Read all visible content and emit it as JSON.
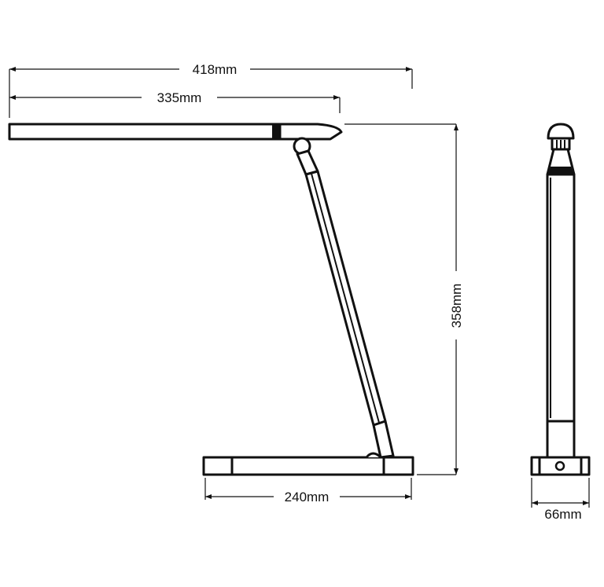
{
  "dimensions": {
    "overall_width": "418mm",
    "arm_width": "335mm",
    "height": "358mm",
    "base_length": "240mm",
    "base_depth": "66mm"
  },
  "colors": {
    "line": "#111111",
    "background": "#ffffff"
  }
}
